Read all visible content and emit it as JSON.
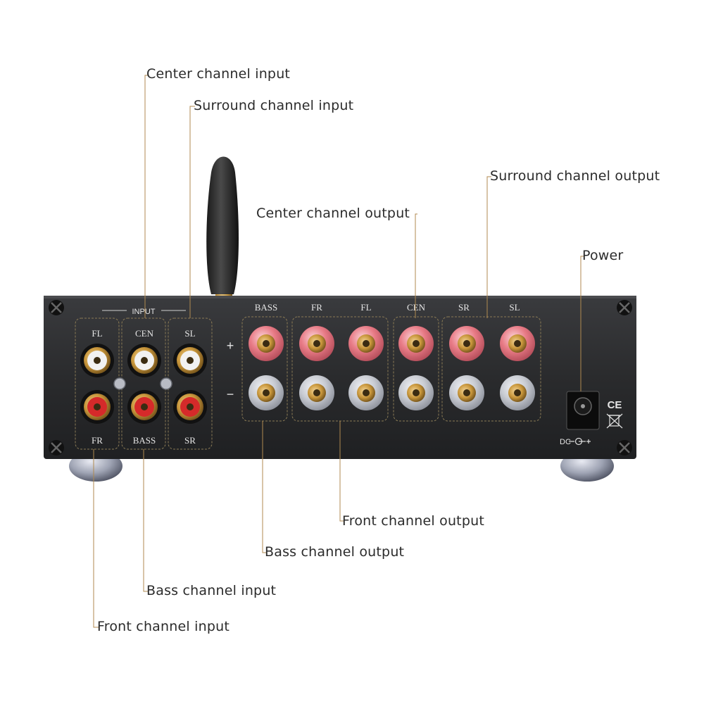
{
  "callouts": {
    "center_input": "Center channel input",
    "surround_input": "Surround channel input",
    "surround_output": "Surround channel output",
    "center_output": "Center channel output",
    "power": "Power",
    "front_output": "Front channel output",
    "bass_output": "Bass channel output",
    "bass_input": "Bass channel input",
    "front_input": "Front channel input"
  },
  "panel": {
    "input_header": "INPUT",
    "inputs": {
      "fl": "FL",
      "cen": "CEN",
      "sl": "SL",
      "fr": "FR",
      "bass": "BASS",
      "sr": "SR"
    },
    "outputs": {
      "bass": "BASS",
      "fr": "FR",
      "fl": "FL",
      "cen": "CEN",
      "sr": "SR",
      "sl": "SL"
    },
    "plus": "+",
    "minus": "−",
    "dc_label": "DC",
    "ce_mark": "CE"
  },
  "colors": {
    "chassis": "#2a2b2d",
    "leader_line": "#b08a50",
    "rca_red": "#d52a2a",
    "rca_white": "#f2f2f2",
    "post_red": "#e87b86",
    "post_clear": "#c9ccd3",
    "gold": "#c9973c"
  }
}
